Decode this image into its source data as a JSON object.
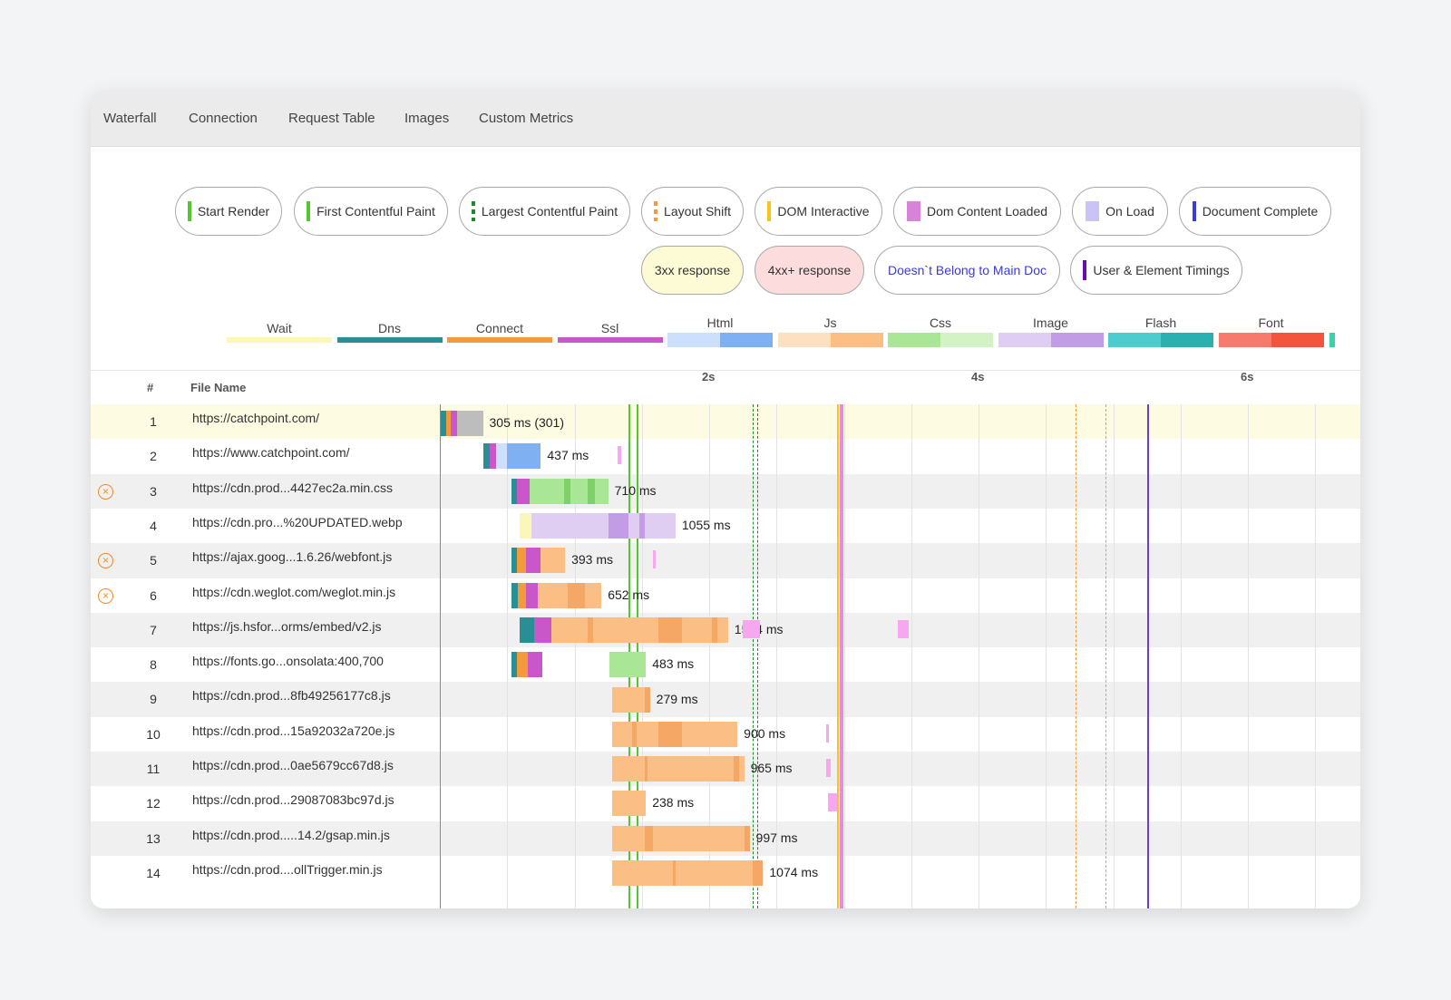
{
  "tabs": [
    {
      "label": "Waterfall",
      "active": true
    },
    {
      "label": "Connection",
      "active": false
    },
    {
      "label": "Request Table",
      "active": false
    },
    {
      "label": "Images",
      "active": false
    },
    {
      "label": "Custom Metrics",
      "active": false
    }
  ],
  "markers": [
    {
      "label": "Start Render",
      "color": "#55c72e",
      "style": "solid"
    },
    {
      "label": "First Contentful Paint",
      "color": "#55c72e",
      "style": "solid"
    },
    {
      "label": "Largest Contentful Paint",
      "color": "#1f8a2a",
      "style": "dashed"
    },
    {
      "label": "Layout Shift",
      "color": "#f39a3a",
      "style": "dashed"
    },
    {
      "label": "DOM Interactive",
      "color": "#f5c518",
      "style": "solid"
    },
    {
      "label": "Dom Content Loaded",
      "color": "#d883d8",
      "style": "block"
    },
    {
      "label": "On Load",
      "color": "#c9c3f7",
      "style": "block"
    },
    {
      "label": "Document Complete",
      "color": "#3b3bd6",
      "style": "solid"
    }
  ],
  "responses": [
    {
      "label": "3xx response",
      "bg": "#fdfbd6",
      "color": "#333"
    },
    {
      "label": "4xx+ response",
      "bg": "#fcdcdc",
      "color": "#333"
    },
    {
      "label": "Doesn`t Belong to Main Doc",
      "bg": "#ffffff",
      "color": "#3b3bd6"
    },
    {
      "label": "User & Element Timings",
      "bg": "#ffffff",
      "color": "#333",
      "swatch": "#6a0dad"
    }
  ],
  "phases": [
    {
      "label": "Wait",
      "colors": [
        "#fbf7b8"
      ]
    },
    {
      "label": "Dns",
      "colors": [
        "#2a8f94"
      ]
    },
    {
      "label": "Connect",
      "colors": [
        "#f29a3c"
      ]
    },
    {
      "label": "Ssl",
      "colors": [
        "#c957c9"
      ]
    },
    {
      "label": "Html",
      "colors": [
        "#cde0fb",
        "#7fb0f2"
      ]
    },
    {
      "label": "Js",
      "colors": [
        "#fde0c0",
        "#fbbf86"
      ]
    },
    {
      "label": "Css",
      "colors": [
        "#a9e695",
        "#d3f2c6"
      ]
    },
    {
      "label": "Image",
      "colors": [
        "#e0cdf2",
        "#c39ce6"
      ]
    },
    {
      "label": "Flash",
      "colors": [
        "#4ccccc",
        "#2ab0b0"
      ]
    },
    {
      "label": "Font",
      "colors": [
        "#f87a6c",
        "#f5533d"
      ]
    }
  ],
  "table": {
    "col_num": "#",
    "col_file": "File Name"
  },
  "timeline": {
    "ticks": [
      "2s",
      "4s",
      "6s"
    ],
    "tick_seconds": [
      2,
      4,
      6
    ],
    "max_seconds": 6.65
  },
  "events_seconds": {
    "start_render": 1.4,
    "first_contentful_paint": 1.46,
    "largest_contentful_paint": [
      2.32,
      2.36
    ],
    "dom_interactive": 2.95,
    "dom_content_loaded": 2.97,
    "layout_shift": [
      4.72,
      4.94
    ],
    "document_complete": 5.25
  },
  "rows": [
    {
      "num": "1",
      "file": "https://catchpoint.com/",
      "duration": "305 ms (301)",
      "error": false,
      "highlight": "3xx"
    },
    {
      "num": "2",
      "file": "https://www.catchpoint.com/",
      "duration": "437 ms",
      "error": false
    },
    {
      "num": "3",
      "file": "https://cdn.prod...4427ec2a.min.css",
      "duration": "710 ms",
      "error": true
    },
    {
      "num": "4",
      "file": "https://cdn.pro...%20UPDATED.webp",
      "duration": "1055 ms",
      "error": false
    },
    {
      "num": "5",
      "file": "https://ajax.goog...1.6.26/webfont.js",
      "duration": "393 ms",
      "error": true
    },
    {
      "num": "6",
      "file": "https://cdn.weglot.com/weglot.min.js",
      "duration": "652 ms",
      "error": true
    },
    {
      "num": "7",
      "file": "https://js.hsfor...orms/embed/v2.js",
      "duration": "1534 ms",
      "error": false
    },
    {
      "num": "8",
      "file": "https://fonts.go...onsolata:400,700",
      "duration": "483 ms",
      "error": false
    },
    {
      "num": "9",
      "file": "https://cdn.prod...8fb49256177c8.js",
      "duration": "279 ms",
      "error": false
    },
    {
      "num": "10",
      "file": "https://cdn.prod...15a92032a720e.js",
      "duration": "900 ms",
      "error": false
    },
    {
      "num": "11",
      "file": "https://cdn.prod...0ae5679cc67d8.js",
      "duration": "965 ms",
      "error": false
    },
    {
      "num": "12",
      "file": "https://cdn.prod...29087083bc97d.js",
      "duration": "238 ms",
      "error": false
    },
    {
      "num": "13",
      "file": "https://cdn.prod.....14.2/gsap.min.js",
      "duration": "997 ms",
      "error": false
    },
    {
      "num": "14",
      "file": "https://cdn.prod....ollTrigger.min.js",
      "duration": "1074 ms",
      "error": false
    }
  ],
  "bars": [
    {
      "row": 0,
      "segs": [
        [
          0.0,
          0.05,
          "#2a8f94"
        ],
        [
          0.05,
          0.08,
          "#f29a3c"
        ],
        [
          0.08,
          0.13,
          "#c957c9"
        ],
        [
          0.13,
          0.32,
          "#bdbdbd"
        ]
      ]
    },
    {
      "row": 1,
      "segs": [
        [
          0.32,
          0.37,
          "#2a8f94"
        ],
        [
          0.37,
          0.42,
          "#c957c9"
        ],
        [
          0.42,
          0.5,
          "#cde0fb"
        ],
        [
          0.5,
          0.75,
          "#7fb0f2"
        ]
      ]
    },
    {
      "row": 2,
      "segs": [
        [
          0.53,
          0.57,
          "#2a8f94"
        ],
        [
          0.57,
          0.67,
          "#c957c9"
        ],
        [
          0.67,
          1.25,
          "#a9e695"
        ],
        [
          0.92,
          0.97,
          "#7fd06a"
        ],
        [
          1.1,
          1.15,
          "#7fd06a"
        ]
      ]
    },
    {
      "row": 3,
      "segs": [
        [
          0.59,
          0.68,
          "#fbf7b8"
        ],
        [
          0.68,
          1.75,
          "#e0cdf2"
        ],
        [
          1.25,
          1.4,
          "#c39ce6"
        ],
        [
          1.48,
          1.52,
          "#c39ce6"
        ]
      ]
    },
    {
      "row": 4,
      "segs": [
        [
          0.53,
          0.57,
          "#2a8f94"
        ],
        [
          0.57,
          0.64,
          "#f29a3c"
        ],
        [
          0.64,
          0.75,
          "#c957c9"
        ],
        [
          0.75,
          0.93,
          "#fbbf86"
        ]
      ]
    },
    {
      "row": 5,
      "segs": [
        [
          0.53,
          0.58,
          "#2a8f94"
        ],
        [
          0.58,
          0.64,
          "#f29a3c"
        ],
        [
          0.64,
          0.73,
          "#c957c9"
        ],
        [
          0.73,
          1.2,
          "#fbbf86"
        ],
        [
          0.95,
          1.08,
          "#f5a865"
        ]
      ]
    },
    {
      "row": 6,
      "segs": [
        [
          0.59,
          0.7,
          "#2a8f94"
        ],
        [
          0.7,
          0.83,
          "#c957c9"
        ],
        [
          0.83,
          2.14,
          "#fbbf86"
        ],
        [
          1.1,
          1.14,
          "#f5a865"
        ],
        [
          1.62,
          1.8,
          "#f5a865"
        ],
        [
          2.02,
          2.06,
          "#f5a865"
        ]
      ]
    },
    {
      "row": 7,
      "segs": [
        [
          0.53,
          0.57,
          "#2a8f94"
        ],
        [
          0.57,
          0.65,
          "#f29a3c"
        ],
        [
          0.65,
          0.76,
          "#c957c9"
        ],
        [
          1.26,
          1.53,
          "#a9e695"
        ]
      ]
    },
    {
      "row": 8,
      "segs": [
        [
          1.28,
          1.56,
          "#fbbf86"
        ],
        [
          1.52,
          1.56,
          "#f5a865"
        ]
      ]
    },
    {
      "row": 9,
      "segs": [
        [
          1.28,
          2.21,
          "#fbbf86"
        ],
        [
          1.43,
          1.46,
          "#f5a865"
        ],
        [
          1.62,
          1.8,
          "#f5a865"
        ]
      ]
    },
    {
      "row": 10,
      "segs": [
        [
          1.28,
          2.26,
          "#fbbf86"
        ],
        [
          1.52,
          1.54,
          "#f5a865"
        ],
        [
          2.18,
          2.22,
          "#f5a865"
        ]
      ]
    },
    {
      "row": 11,
      "segs": [
        [
          1.28,
          1.53,
          "#fbbf86"
        ]
      ]
    },
    {
      "row": 12,
      "segs": [
        [
          1.28,
          2.3,
          "#fbbf86"
        ],
        [
          1.52,
          1.58,
          "#f5a865"
        ],
        [
          2.26,
          2.3,
          "#f5a865"
        ]
      ]
    },
    {
      "row": 13,
      "segs": [
        [
          1.28,
          2.4,
          "#fbbf86"
        ],
        [
          1.73,
          1.75,
          "#f5a865"
        ],
        [
          2.32,
          2.4,
          "#f5a865"
        ]
      ]
    }
  ],
  "extras": [
    {
      "row": 1,
      "t": 1.32,
      "w": 0.03,
      "color": "#f7a6f0"
    },
    {
      "row": 4,
      "t": 1.58,
      "w": 0.02,
      "color": "#f7a6f0"
    },
    {
      "row": 6,
      "t": 2.25,
      "w": 0.13,
      "color": "#f7a6f0"
    },
    {
      "row": 6,
      "t": 3.4,
      "w": 0.08,
      "color": "#f7a6f0"
    },
    {
      "row": 9,
      "t": 2.87,
      "w": 0.02,
      "color": "#f7a6f0"
    },
    {
      "row": 10,
      "t": 2.87,
      "w": 0.03,
      "color": "#f7a6f0"
    },
    {
      "row": 11,
      "t": 2.88,
      "w": 0.07,
      "color": "#f7a6f0"
    }
  ]
}
